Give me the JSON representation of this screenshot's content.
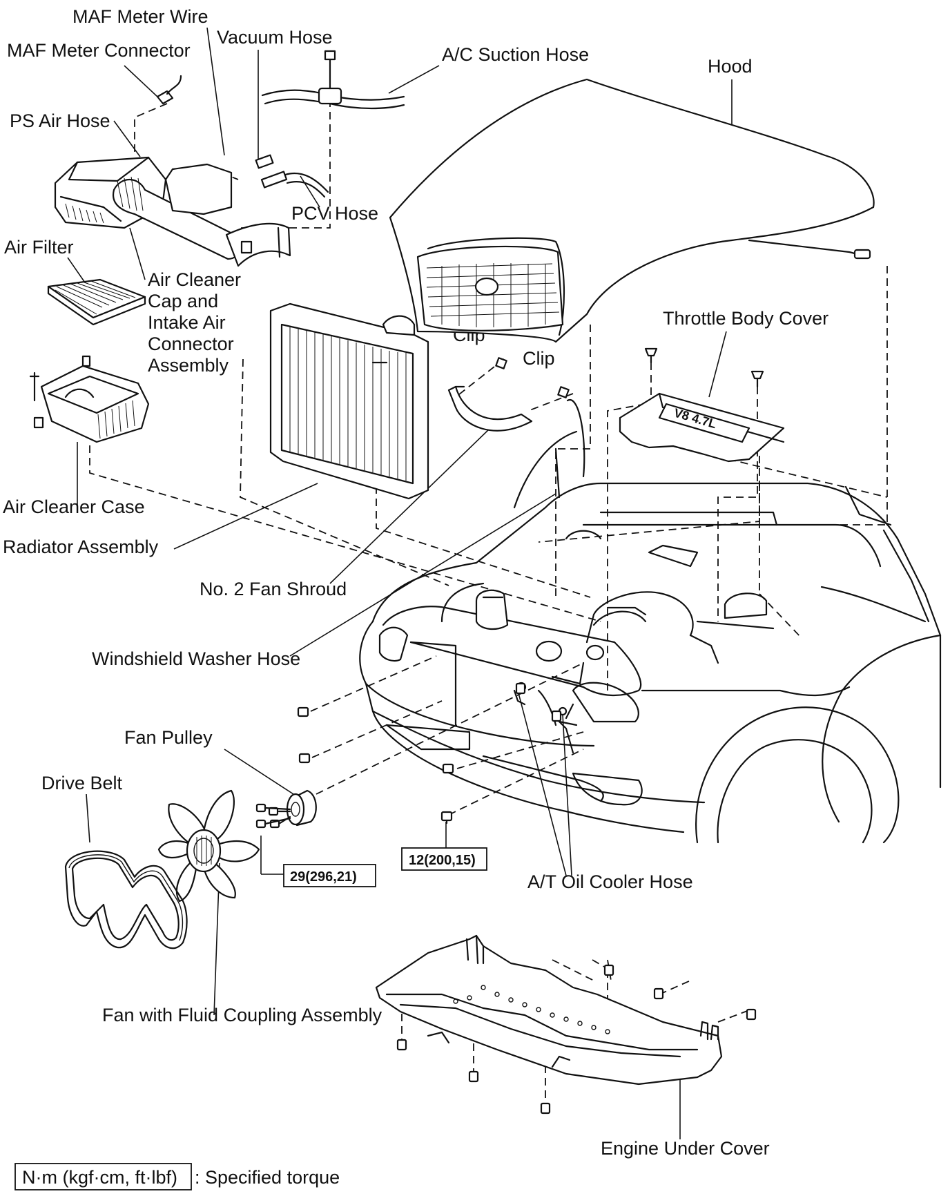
{
  "labels": {
    "maf_meter_wire": "MAF Meter Wire",
    "maf_meter_connector": "MAF Meter Connector",
    "vacuum_hose": "Vacuum Hose",
    "ac_suction_hose": "A/C Suction Hose",
    "hood": "Hood",
    "ps_air_hose": "PS Air Hose",
    "pcv_hose": "PCV Hose",
    "air_filter": "Air Filter",
    "air_cleaner_cap_1": "Air Cleaner",
    "air_cleaner_cap_2": "Cap and",
    "air_cleaner_cap_3": "Intake Air",
    "air_cleaner_cap_4": "Connector",
    "air_cleaner_cap_5": "Assembly",
    "clip_1": "Clip",
    "clip_2": "Clip",
    "throttle_body_cover": "Throttle Body Cover",
    "air_cleaner_case": "Air Cleaner Case",
    "radiator_assembly": "Radiator Assembly",
    "no2_fan_shroud": "No. 2 Fan Shroud",
    "windshield_washer_hose": "Windshield Washer Hose",
    "fan_pulley": "Fan Pulley",
    "drive_belt": "Drive Belt",
    "at_oil_cooler_hose": "A/T Oil Cooler Hose",
    "fan_fluid_coupling": "Fan with Fluid Coupling Assembly",
    "engine_under_cover": "Engine Under Cover",
    "engine_badge": "V8 4.7L"
  },
  "torques": {
    "fan_bolts": "29(296,21)",
    "bumper_bolts": "12(200,15)"
  },
  "legend": {
    "unit_box": "N·m (kgf·cm, ft·lbf)",
    "description": ": Specified torque"
  }
}
